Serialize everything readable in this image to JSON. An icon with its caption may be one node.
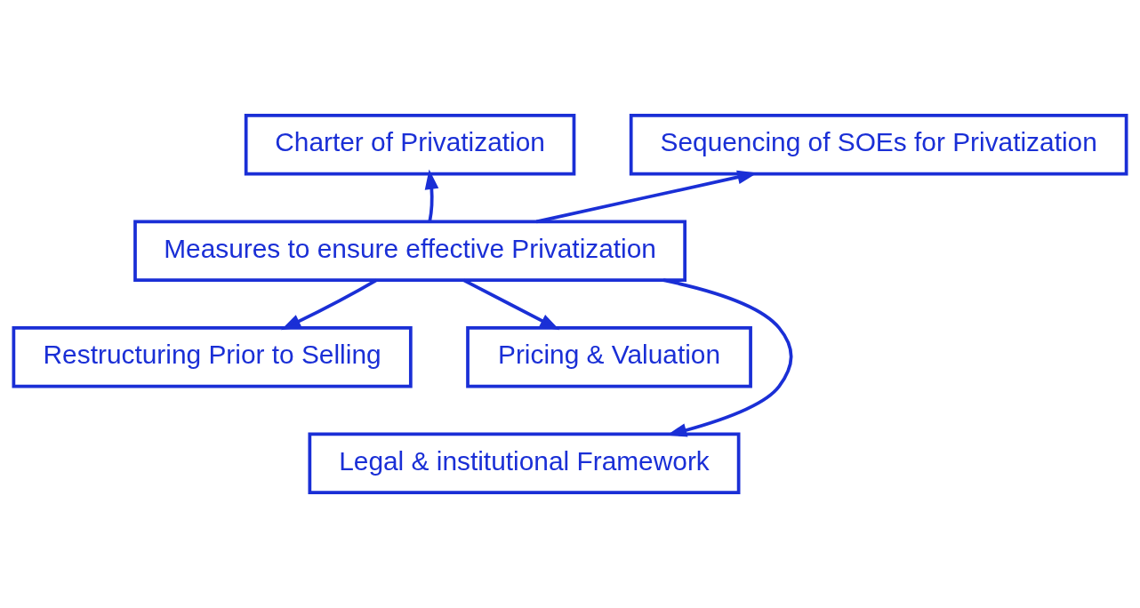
{
  "diagram": {
    "nodes": [
      {
        "text": [
          "Charter of Privatization"
        ]
      },
      {
        "text": [
          "Sequencing of SOEs for Privatization"
        ]
      },
      {
        "text": [
          "Measures to ensure effective Privatization"
        ]
      },
      {
        "text": [
          "Restructuring Prior to Selling"
        ]
      },
      {
        "text": [
          "Pricing & Valuation"
        ]
      },
      {
        "text": [
          "Legal & institutional Framework"
        ]
      }
    ],
    "edges": [
      {
        "from": 2,
        "to": 0,
        "arrow": "to"
      },
      {
        "from": 2,
        "to": 1,
        "arrow": "to"
      },
      {
        "from": 2,
        "to": 3,
        "arrow": "to"
      },
      {
        "from": 2,
        "to": 4,
        "arrow": "to"
      },
      {
        "from": 2,
        "to": 5,
        "arrow": "to"
      }
    ]
  }
}
